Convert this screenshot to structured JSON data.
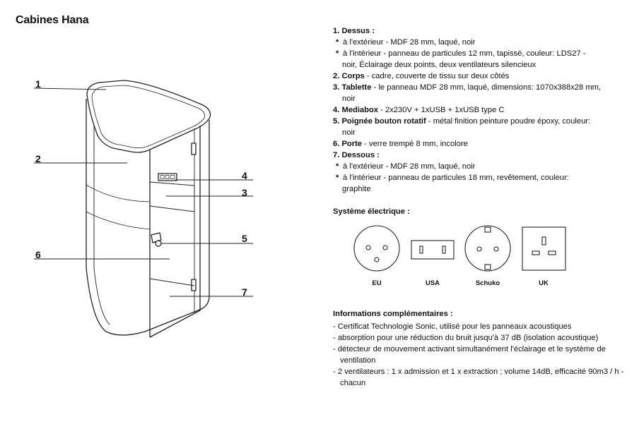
{
  "title": "Cabines Hana",
  "callouts": [
    "1",
    "2",
    "3",
    "4",
    "5",
    "6",
    "7"
  ],
  "specs": {
    "i1_head": "1. Dessus :",
    "i1_b1": "à l'extérieur - MDF 28 mm, laqué, noir",
    "i1_b2_l1": "à l'intérieur - panneau de particules 12 mm, tapissé, couleur: LDS27 -",
    "i1_b2_l2": "noir, Éclairage deux points, deux ventilateurs silencieux",
    "i2_head": "2. Corps",
    "i2_text": " - cadre, couverte de tissu sur deux côtés",
    "i3_head": "3. Tablette",
    "i3_text": " - le panneau MDF 28 mm, laqué, dimensions: 1070x388x28 mm,",
    "i3_cont": "noir",
    "i4_head": "4. Mediabox",
    "i4_text": " - 2x230V + 1xUSB + 1xUSB type C",
    "i5_head": "5. Poignée bouton rotatif",
    "i5_text": " - métal finition peinture poudre époxy, couleur:",
    "i5_cont": "noir",
    "i6_head": "6. Porte",
    "i6_text": " - verre trempé 8 mm, incolore",
    "i7_head": "7. Dessous :",
    "i7_b1": "à l'extérieur - MDF 28 mm, laqué, noir",
    "i7_b2_l1": "à l'intérieur - panneau de particules 18 mm, revêtement, couleur:",
    "i7_b2_l2": "graphite",
    "bullet": "*"
  },
  "electrical": {
    "heading": "Système électrique :",
    "plugs": [
      "EU",
      "USA",
      "Schuko",
      "UK"
    ]
  },
  "info": {
    "heading": "Informations complémentaires :",
    "lines": [
      "- Certificat Technologie Sonic, utilisé pour les panneaux acoustiques",
      "- absorption pour une réduction du bruit jusqu'à 37 dB (isolation acoustique)",
      "- détecteur de mouvement activant simultanément l'éclairage et le système de ventilation",
      "- 2 ventilateurs : 1 x admission et 1 x extraction ; volume 14dB, efficacité 90m3 / h - chacun"
    ]
  }
}
